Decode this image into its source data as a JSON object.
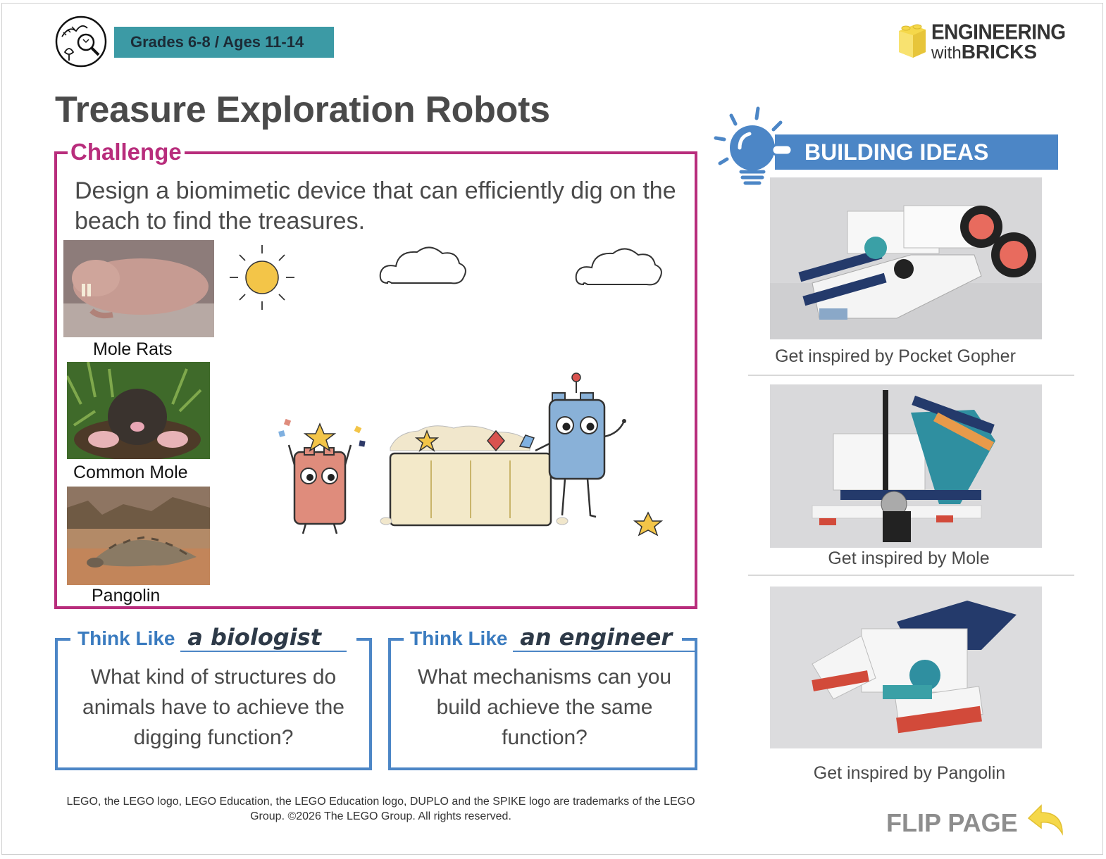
{
  "header": {
    "grade_label": "Grades 6-8 / Ages 11-14",
    "brand_line1": "ENGINEERING",
    "brand_with": "with",
    "brand_bricks": "BRICKS",
    "title": "Treasure Exploration Robots"
  },
  "challenge": {
    "label": "Challenge",
    "text": "Design a biomimetic device that can efficiently dig on the beach to find the treasures.",
    "animals": [
      {
        "caption": "Mole Rats"
      },
      {
        "caption": "Common Mole"
      },
      {
        "caption": "Pangolin"
      }
    ]
  },
  "think": [
    {
      "prefix": "Think Like",
      "role": "a biologist",
      "question": "What kind of structures do animals have to achieve the digging function?"
    },
    {
      "prefix": "Think Like",
      "role": "an engineer",
      "question": "What mechanisms can you build achieve the same function?"
    }
  ],
  "building_ideas": {
    "banner": "BUILDING IDEAS",
    "items": [
      {
        "caption": "Get inspired by Pocket Gopher"
      },
      {
        "caption": "Get inspired by Mole"
      },
      {
        "caption": "Get inspired by Pangolin"
      }
    ]
  },
  "footer": {
    "legal": "LEGO, the LEGO logo, LEGO Education, the LEGO Education logo, DUPLO and the SPIKE logo are trademarks of the LEGO Group. ©2026 The LEGO Group. All rights reserved."
  },
  "flip": {
    "label": "FLIP PAGE"
  },
  "colors": {
    "challenge_accent": "#b82d7c",
    "think_accent": "#4c86c6",
    "grade_pill": "#3c9aa5",
    "ideas_banner": "#4c86c6",
    "brick_yellow": "#f5d84a"
  }
}
